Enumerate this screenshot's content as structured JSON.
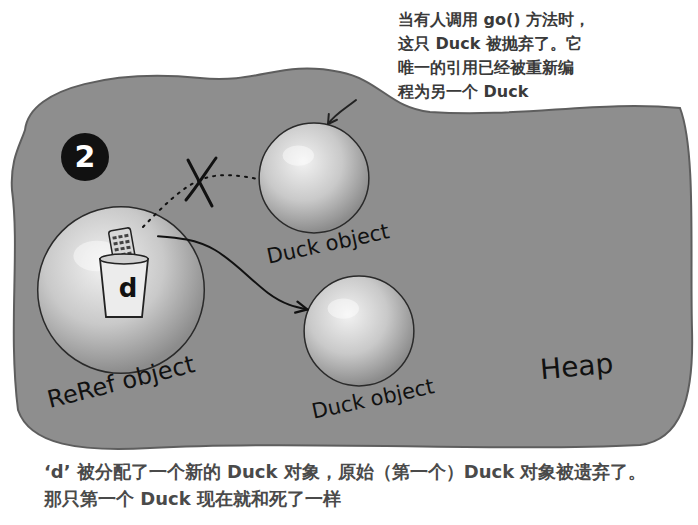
{
  "diagram": {
    "caption": "‘d’ 被分配了一个新的 Duck 对象，原始（第一个）Duck 对象被遗弃了。 那只第一个 Duck 现在就和死了一样",
    "nodes": [
      {
        "text": [
          "Heap"
        ]
      },
      {
        "text": [
          "ReRef object"
        ],
        "in": 0
      },
      {
        "text": [
          "d"
        ],
        "in": 1
      },
      {
        "text": [
          "Duck object"
        ],
        "in": 0
      },
      {
        "text": [
          "Duck object"
        ],
        "in": 0
      }
    ],
    "edges": [
      {
        "from": 2,
        "to": 3,
        "arrow": "none"
      },
      {
        "from": 2,
        "to": 4,
        "arrow": "to"
      }
    ],
    "labels": [
      "2",
      "当有人调用 go() 方法时， 这只 Duck 被抛弃了。它 唯一的引用已经被重新编 程为另一个 Duck"
    ]
  }
}
